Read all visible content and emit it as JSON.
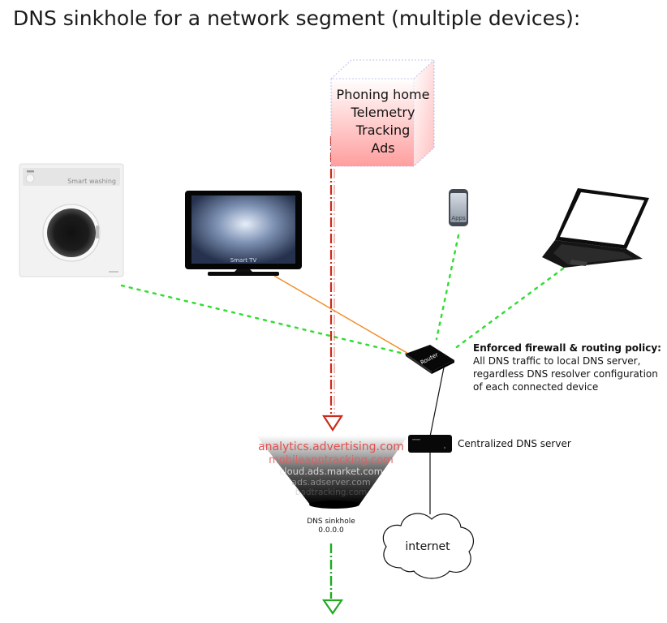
{
  "title": "DNS sinkhole for a network segment (multiple devices):",
  "cloud_box": {
    "lines": [
      "Phoning home",
      "Telemetry",
      "Tracking",
      "Ads"
    ]
  },
  "devices": {
    "washer_label": "Smart washing",
    "tv_label": "Smart TV",
    "phone_label": "Apps",
    "router_label": "Router"
  },
  "policy": {
    "heading": "Enforced firewall & routing policy:",
    "lines": [
      "All DNS traffic to local DNS server,",
      "regardless DNS resolver configuration",
      "of each connected device"
    ]
  },
  "dns_server_label": "Centralized DNS server",
  "internet_label": "internet",
  "sinkhole": {
    "domains": [
      "analytics.advertising.com",
      "mobileapptracking.com",
      "cloud.ads.market.com",
      "ads.adserver.com",
      "badtracking.com"
    ],
    "label": "DNS sinkhole",
    "address": "0.0.0.0"
  },
  "colors": {
    "red_flow": "#cc2a1a",
    "green_flow": "#22aa22",
    "wifi_dotted": "#33dd33",
    "tv_cable": "#f08a24"
  }
}
